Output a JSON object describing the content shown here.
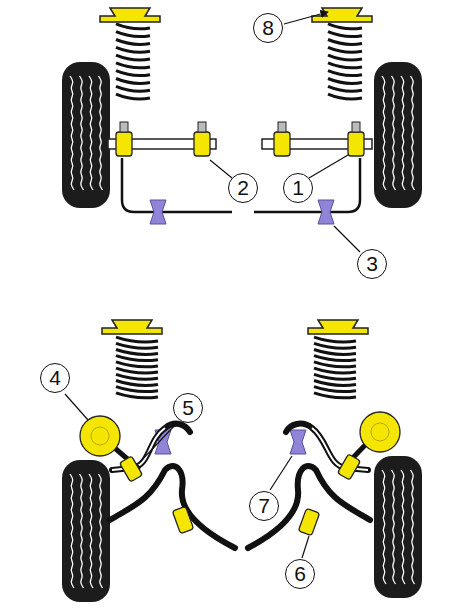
{
  "diagram": {
    "labels": [
      "8",
      "2",
      "1",
      "3",
      "4",
      "5",
      "7",
      "6"
    ]
  }
}
